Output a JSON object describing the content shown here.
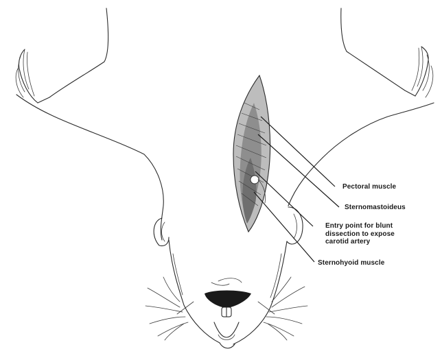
{
  "diagram": {
    "labels": {
      "pectoral": "Pectoral muscle",
      "sternomastoideus": "Sternomastoideus",
      "entry_line1": "Entry point for blunt",
      "entry_line2": "dissection to expose",
      "entry_line3": "carotid artery",
      "sternohyoid": "Sternohyoid muscle"
    }
  }
}
